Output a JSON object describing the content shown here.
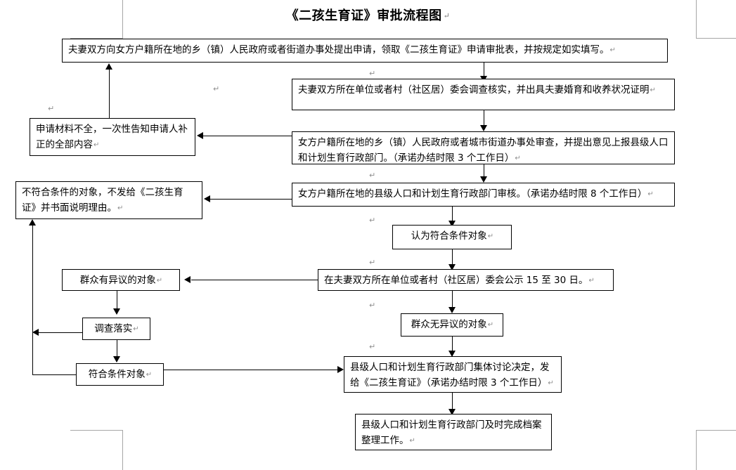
{
  "document": {
    "title": "《二孩生育证》审批流程图",
    "title_mark": "↵",
    "paragraph_mark": "↵"
  },
  "flowchart": {
    "type": "flowchart",
    "orientation": "top-to-bottom",
    "boxes": [
      {
        "id": "apply",
        "name": "box-submit-application",
        "text": "夫妻双方向女方户籍所在地的乡（镇）人民政府或者街道办事处提出申请，领取《二孩生育证》申请审批表，并按规定如实填写。",
        "mark": "↵"
      },
      {
        "id": "verify",
        "name": "box-unit-village-verify",
        "text": "夫妻双方所在单位或者村（社区居）委会调查核实，并出具夫妻婚育和收养状况证明",
        "mark": "↵"
      },
      {
        "id": "township-review",
        "name": "box-township-review",
        "text": "女方户籍所在地的乡（镇）人民政府或者城市街道办事处审查，并提出意见上报县级人口和计划生育行政部门。（承诺办结时限 3 个工作日）",
        "mark": "↵"
      },
      {
        "id": "county-check",
        "name": "box-county-check",
        "text": "女方户籍所在地的县级人口和计划生育行政部门审核。（承诺办结时限 8 个工作日）",
        "mark": "↵"
      },
      {
        "id": "incomplete",
        "name": "box-incomplete-materials",
        "text": "申请材料不全，一次性告知申请人补正的全部内容",
        "mark": "↵"
      },
      {
        "id": "not-qualified",
        "name": "box-not-qualified",
        "text": "不符合条件的对象，不发给《二孩生育证》并书面说明理由。",
        "mark": "↵"
      },
      {
        "id": "deemed-qualified",
        "name": "box-deemed-qualified",
        "text": "认为符合条件对象",
        "mark": "↵"
      },
      {
        "id": "publicize",
        "name": "box-publicize",
        "text": "在夫妻双方所在单位或者村（社区居）委会公示 15 至 30 日。",
        "mark": "↵"
      },
      {
        "id": "objection",
        "name": "box-with-objection",
        "text": "群众有异议的对象",
        "mark": "↵"
      },
      {
        "id": "investigate",
        "name": "box-investigate",
        "text": "调查落实",
        "mark": "↵"
      },
      {
        "id": "qualified",
        "name": "box-qualified",
        "text": "符合条件对象",
        "mark": "↵"
      },
      {
        "id": "no-objection",
        "name": "box-no-objection",
        "text": "群众无异议的对象",
        "mark": "↵"
      },
      {
        "id": "decide-issue",
        "name": "box-collective-decision-issue",
        "text": "县级人口和计划生育行政部门集体讨论决定，发给《二孩生育证》（承诺办结时限 3 个工作日）",
        "mark": "↵"
      },
      {
        "id": "archive",
        "name": "box-archive",
        "text": "县级人口和计划生育行政部门及时完成档案整理工作。",
        "mark": "↵"
      }
    ],
    "stray_marks": [
      "↵",
      "↵",
      "↵",
      "↵",
      "↵",
      "↵",
      "↵",
      "↵"
    ]
  },
  "colors": {
    "line": "#000000",
    "text": "#000000",
    "mark": "#8c8c8c",
    "cropmark": "#a6a6a6",
    "background": "#ffffff"
  }
}
